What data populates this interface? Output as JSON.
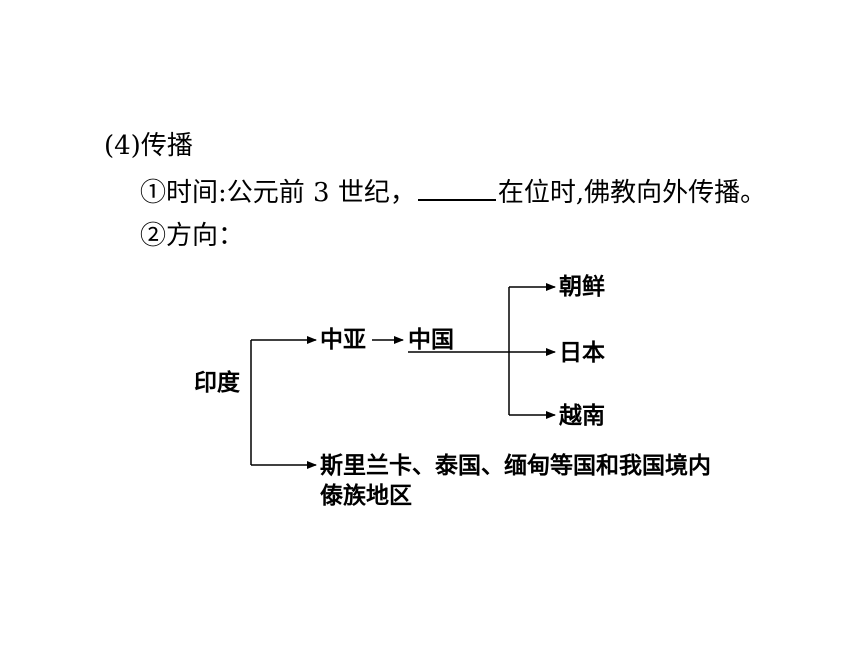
{
  "section": {
    "heading": "(4)传播",
    "time_prefix": "①时间:公元前 3 世纪，",
    "time_suffix": "在位时,佛教向外传播。",
    "direction_label": "②方向："
  },
  "diagram": {
    "origin": "印度",
    "branch1_first": "中亚",
    "branch1_second": "中国",
    "targets": [
      "朝鲜",
      "日本",
      "越南"
    ],
    "branch2_line1": "斯里兰卡、泰国、缅甸等国和我国境内",
    "branch2_line2": "傣族地区"
  }
}
